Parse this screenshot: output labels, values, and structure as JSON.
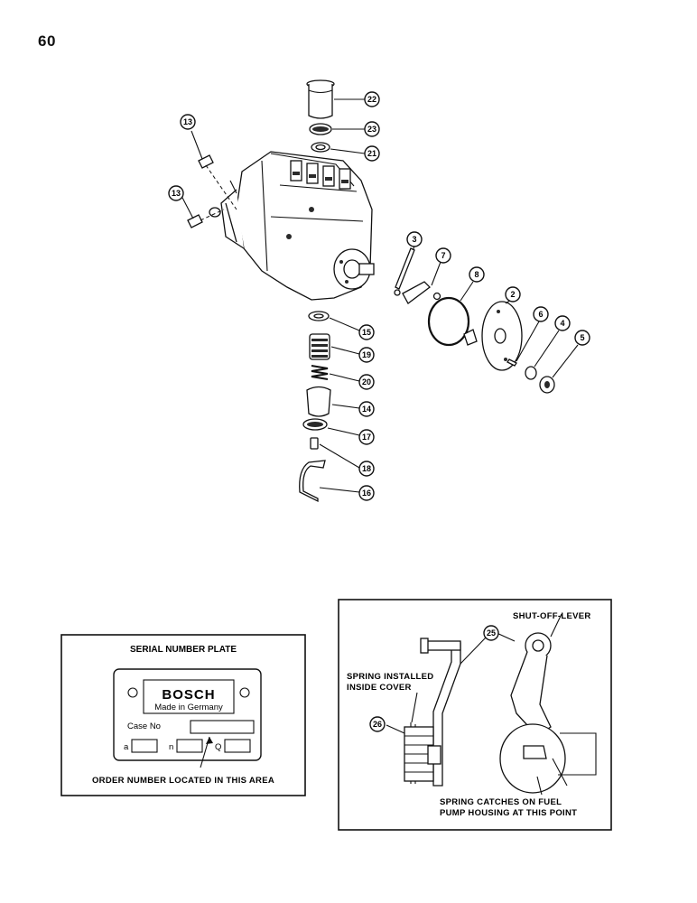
{
  "page_number": "60",
  "callouts": {
    "c13a": "13",
    "c13b": "13",
    "c22": "22",
    "c23": "23",
    "c21": "21",
    "c3": "3",
    "c7": "7",
    "c8": "8",
    "c2": "2",
    "c6": "6",
    "c4": "4",
    "c5": "5",
    "c15": "15",
    "c19": "19",
    "c20": "20",
    "c14": "14",
    "c17": "17",
    "c18": "18",
    "c16": "16",
    "c25": "25",
    "c26": "26"
  },
  "serial_plate": {
    "title": "SERIAL NUMBER PLATE",
    "brand": "BOSCH",
    "made_in": "Made in Germany",
    "case_no": "Case No",
    "field_a": "a",
    "field_n": "n",
    "field_q": "Q",
    "order_note": "ORDER NUMBER LOCATED IN THIS AREA"
  },
  "shutoff_inset": {
    "shut_off_lever": "SHUT-OFF-LEVER",
    "spring_installed_line1": "SPRING INSTALLED",
    "spring_installed_line2": "INSIDE COVER",
    "spring_catches_line1": "SPRING CATCHES ON FUEL",
    "spring_catches_line2": "PUMP HOUSING AT THIS POINT"
  }
}
